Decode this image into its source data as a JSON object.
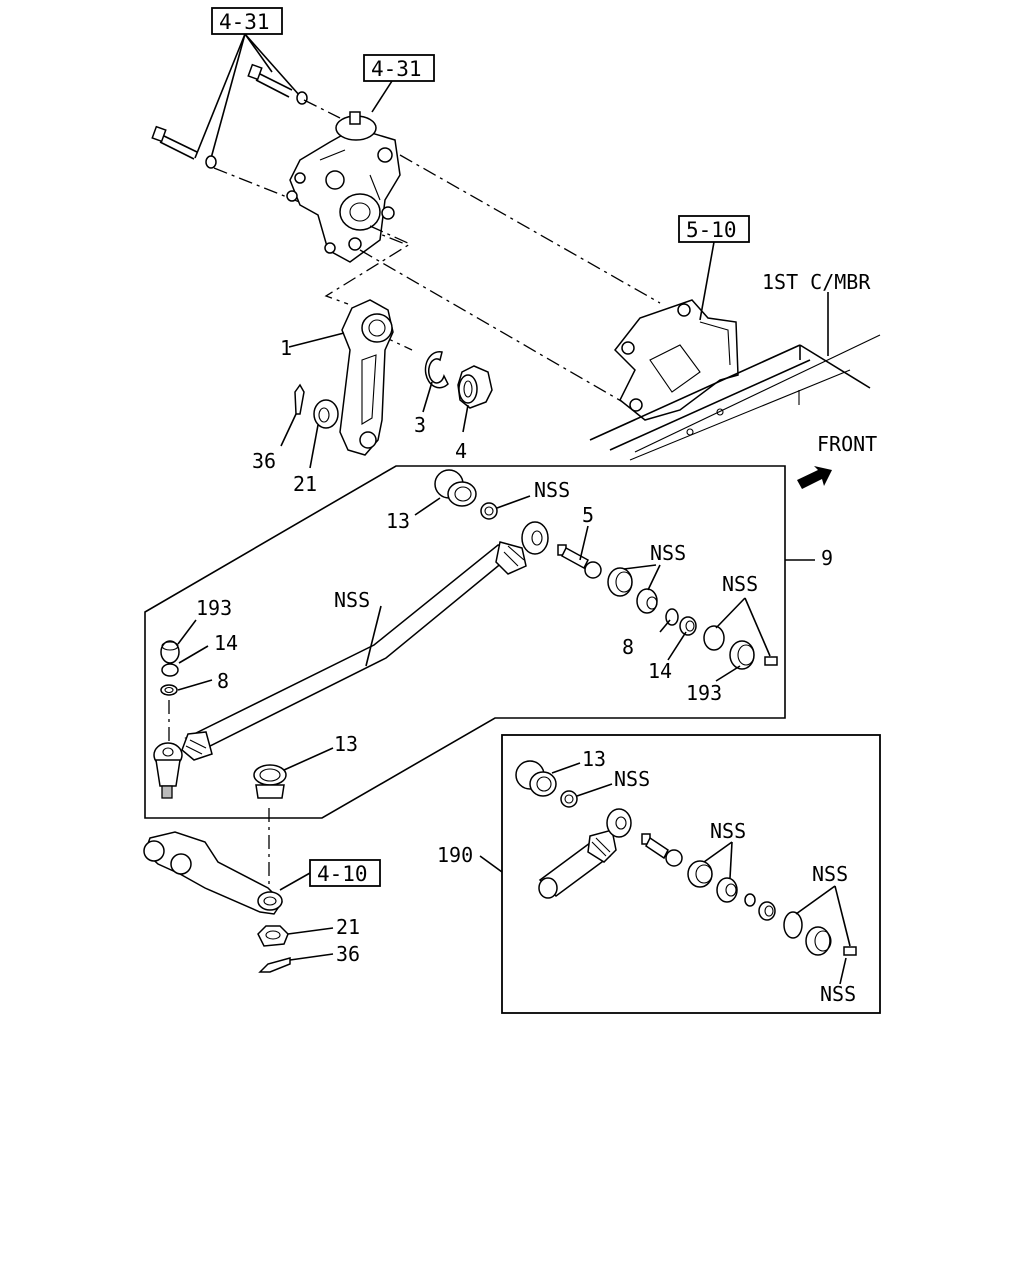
{
  "refs": {
    "r431a": "4-31",
    "r431b": "4-31",
    "r510": "5-10",
    "r410": "4-10"
  },
  "frame": {
    "member": "1ST C/MBR",
    "front": "FRONT"
  },
  "labels": {
    "p1": "1",
    "p3": "3",
    "p4": "4",
    "p36a": "36",
    "p21a": "21",
    "p13a": "13",
    "nss1": "NSS",
    "p5": "5",
    "nss2": "NSS",
    "p9": "9",
    "nss3": "NSS",
    "p193a": "193",
    "p14a": "14",
    "p8a": "8",
    "nss4": "NSS",
    "p8b": "8",
    "p14b": "14",
    "p193b": "193",
    "p13b": "13",
    "p21b": "21",
    "p36b": "36",
    "p13c": "13",
    "nss5": "NSS",
    "nss6": "NSS",
    "p190": "190",
    "nss7": "NSS",
    "nss8": "NSS"
  }
}
